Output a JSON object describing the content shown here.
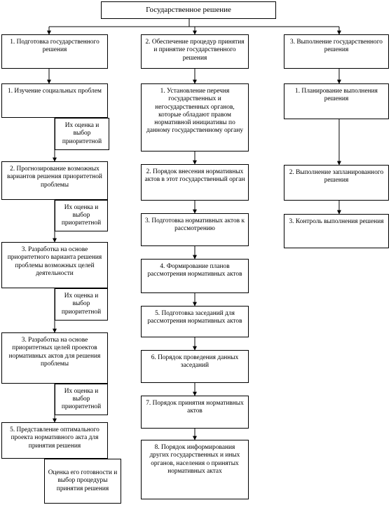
{
  "title": "Государственное решение",
  "columns": [
    {
      "header": "1. Подготовка государственного решения",
      "steps": [
        "1. Изучение социальных проблем",
        "2. Прогнозирование возможных вариантов решения приоритетной проблемы",
        "3. Разработка на основе приоритетного варианта решения проблемы возможных целей деятельности",
        "3. Разработка на основе приоритетных целей проектов нормативных актов для решения проблемы",
        "5. Представление оптимального проекта нормативного акта для принятия решения"
      ],
      "notes": [
        "Их оценка и выбор приоритетной",
        "Их оценка и выбор приоритетной",
        "Их оценка и выбор приоритетной",
        "Их оценка и выбор приоритетной",
        "Оценка его готовности и выбор процедуры принятия решения"
      ]
    },
    {
      "header": "2. Обеспечение процедур принятия и принятие государственного решения",
      "steps": [
        "1. Установление перечня государственных и негосударственных органов, которые обладают правом нормативной инициативы по данному государственному органу",
        "2. Порядок внесения нормативных актов в этот государственный орган",
        "3. Подготовка нормативных актов к рассмотрению",
        "4. Формирование планов рассмотрения нормативных актов",
        "5. Подготовка заседаний для рассмотрения нормативных актов",
        "6. Порядок проведения данных заседаний",
        "7. Порядок принятия нормативных актов",
        "8. Порядок информирования других государственных и иных органов, населения о принятых нормативных актах"
      ]
    },
    {
      "header": "3. Выполнение государственного решения",
      "steps": [
        "1. Планирование выполнения решения",
        "2. Выполнение запланированного решения",
        "3. Контроль выполнения решения"
      ]
    }
  ]
}
